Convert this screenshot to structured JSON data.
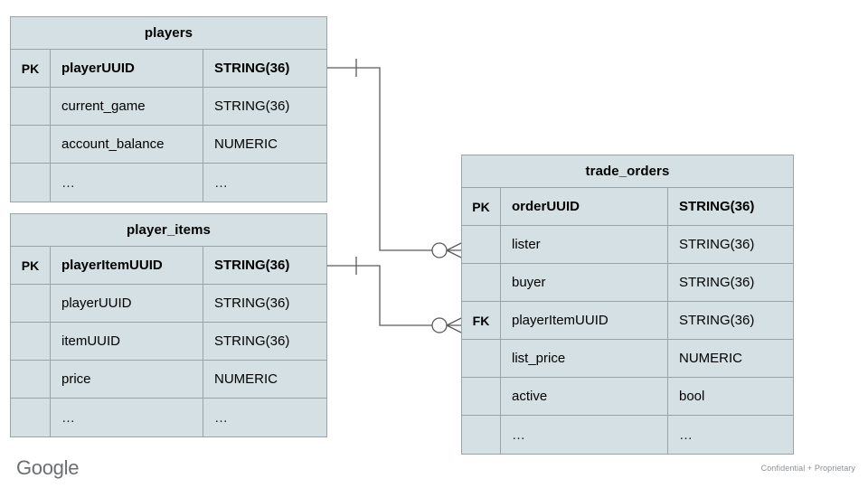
{
  "diagram": {
    "type": "entity-relationship-diagram",
    "notation": "crow's-foot",
    "background": "#ffffff",
    "entity_fill": "#d4e0e3",
    "entity_border": "#9aa3a6",
    "connector_color": "#5a5a5a",
    "entities": [
      {
        "id": "players",
        "title": "players",
        "columns": [
          {
            "key": "PK",
            "name": "playerUUID",
            "type": "STRING(36)",
            "primary": true
          },
          {
            "key": "",
            "name": "current_game",
            "type": "STRING(36)",
            "primary": false
          },
          {
            "key": "",
            "name": "account_balance",
            "type": "NUMERIC",
            "primary": false
          },
          {
            "key": "",
            "name": "…",
            "type": "…",
            "primary": false
          }
        ]
      },
      {
        "id": "player_items",
        "title": "player_items",
        "columns": [
          {
            "key": "PK",
            "name": "playerItemUUID",
            "type": "STRING(36)",
            "primary": true
          },
          {
            "key": "",
            "name": "playerUUID",
            "type": "STRING(36)",
            "primary": false
          },
          {
            "key": "",
            "name": "itemUUID",
            "type": "STRING(36)",
            "primary": false
          },
          {
            "key": "",
            "name": "price",
            "type": "NUMERIC",
            "primary": false
          },
          {
            "key": "",
            "name": "…",
            "type": "…",
            "primary": false
          }
        ]
      },
      {
        "id": "trade_orders",
        "title": "trade_orders",
        "columns": [
          {
            "key": "PK",
            "name": "orderUUID",
            "type": "STRING(36)",
            "primary": true
          },
          {
            "key": "",
            "name": "lister",
            "type": "STRING(36)",
            "primary": false
          },
          {
            "key": "",
            "name": "buyer",
            "type": "STRING(36)",
            "primary": false
          },
          {
            "key": "FK",
            "name": "playerItemUUID",
            "type": "STRING(36)",
            "primary": false
          },
          {
            "key": "",
            "name": "list_price",
            "type": "NUMERIC",
            "primary": false
          },
          {
            "key": "",
            "name": "active",
            "type": "bool",
            "primary": false
          },
          {
            "key": "",
            "name": "…",
            "type": "…",
            "primary": false
          }
        ]
      }
    ],
    "relationships": [
      {
        "id": "players-to-trade-orders",
        "from_entity": "players",
        "from_column": "playerUUID",
        "from_cardinality": "one",
        "to_entity": "trade_orders",
        "to_column": "lister",
        "to_cardinality": "zero-or-many"
      },
      {
        "id": "player-items-to-trade-orders",
        "from_entity": "player_items",
        "from_column": "playerItemUUID",
        "from_cardinality": "one",
        "to_entity": "trade_orders",
        "to_column": "playerItemUUID",
        "to_cardinality": "zero-or-many"
      }
    ]
  },
  "footer": {
    "logo_text": "Google",
    "confidential_text": "Confidential + Proprietary"
  }
}
